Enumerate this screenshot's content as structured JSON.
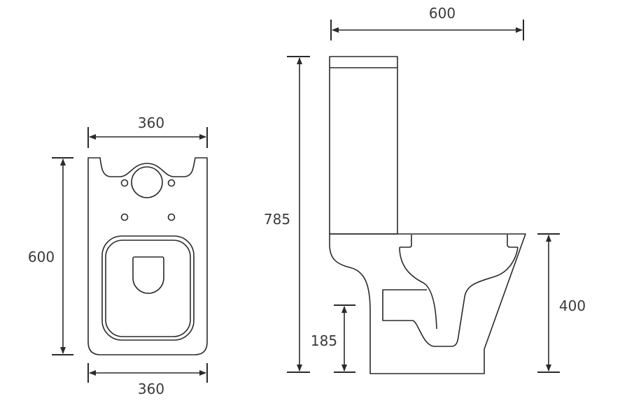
{
  "plan_view": {
    "top_width_label": "360",
    "depth_label": "600",
    "bottom_width_label": "360"
  },
  "side_view": {
    "length_label": "600",
    "total_height_label": "785",
    "outlet_height_label": "185",
    "seat_height_label": "400"
  },
  "colors": {
    "line": "#2a2a2a",
    "text": "#3a3a3a"
  }
}
